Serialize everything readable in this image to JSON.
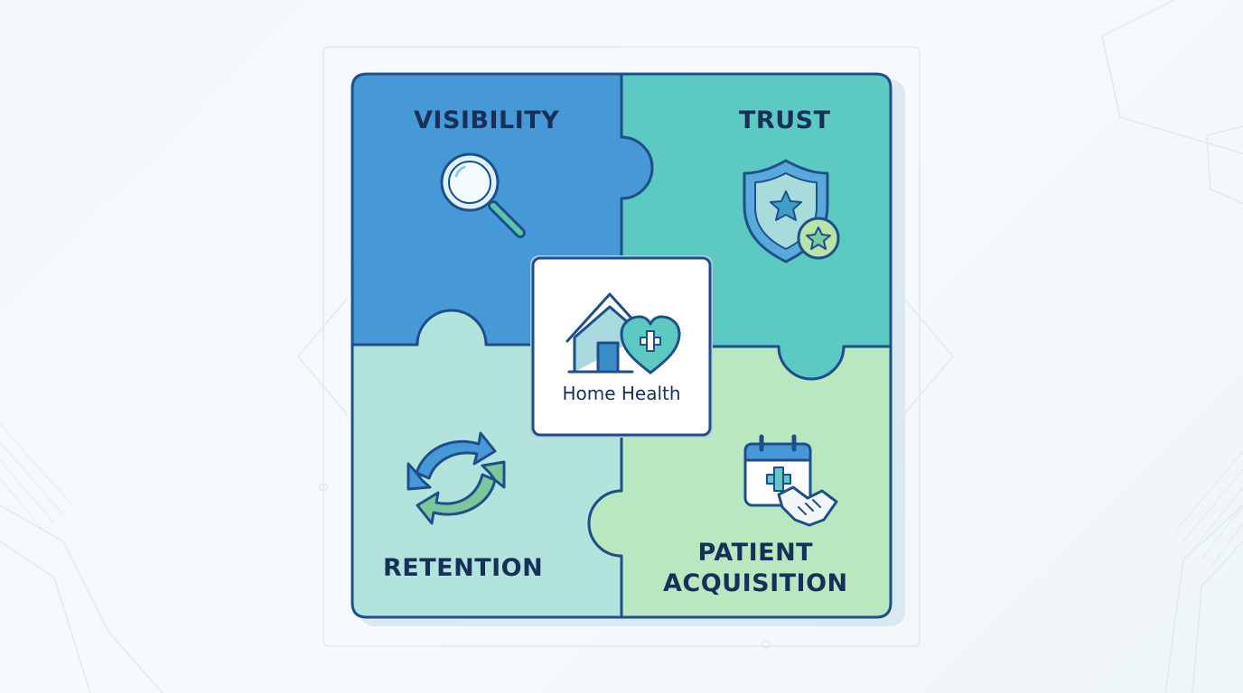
{
  "diagram": {
    "pieces": {
      "visibility": {
        "label": "VISIBILITY",
        "icon": "magnifying-glass-icon",
        "color": "#4699d6"
      },
      "trust": {
        "label": "TRUST",
        "icon": "shield-star-icon",
        "color": "#5ccac3"
      },
      "retention": {
        "label": "RETENTION",
        "icon": "cycle-arrows-icon",
        "color": "#b3e3dd"
      },
      "acquisition": {
        "label_line1": "PATIENT",
        "label_line2": "ACQUISITION",
        "icon": "calendar-handshake-icon",
        "color": "#b9e7bf"
      }
    },
    "center": {
      "label": "Home Health",
      "icon": "house-heart-icon",
      "color": "#ffffff"
    },
    "outline_color": "#1f4f8a"
  }
}
